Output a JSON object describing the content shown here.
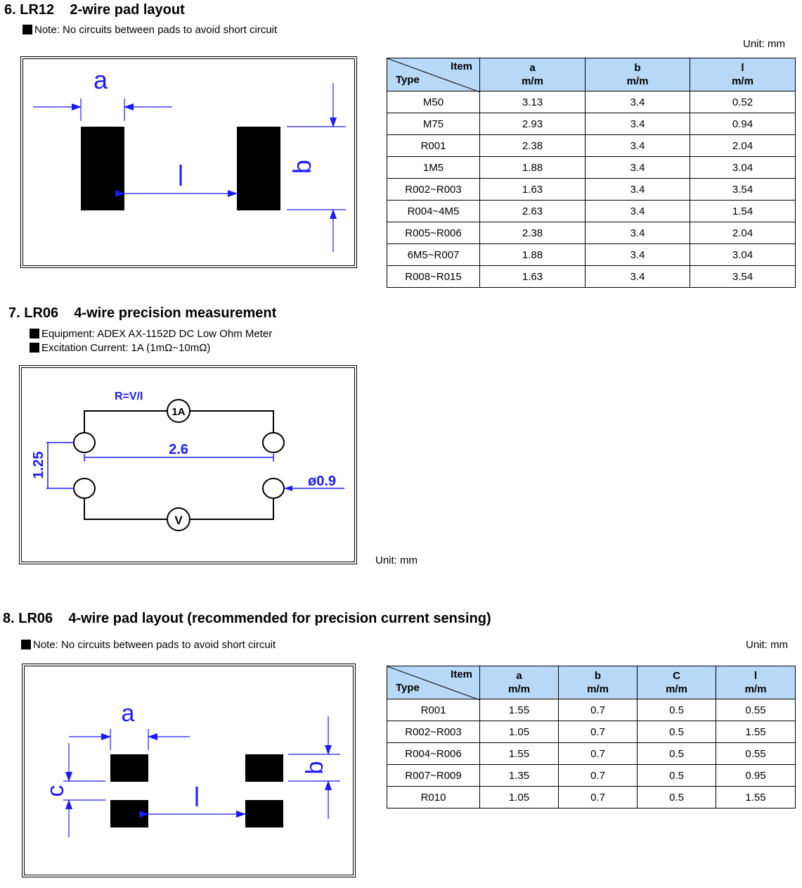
{
  "section6": {
    "title": "6. LR12    2-wire pad layout",
    "note": "Note: No circuits between pads to avoid short circuit",
    "unit": "Unit: mm",
    "diagram_labels": {
      "a": "a",
      "b": "b",
      "l": "l"
    },
    "table": {
      "header_item": "Item",
      "header_type": "Type",
      "columns": [
        {
          "name": "a",
          "unit": "m/m"
        },
        {
          "name": "b",
          "unit": "m/m"
        },
        {
          "name": "l",
          "unit": "m/m"
        }
      ],
      "rows": [
        [
          "M50",
          "3.13",
          "3.4",
          "0.52"
        ],
        [
          "M75",
          "2.93",
          "3.4",
          "0.94"
        ],
        [
          "R001",
          "2.38",
          "3.4",
          "2.04"
        ],
        [
          "1M5",
          "1.88",
          "3.4",
          "3.04"
        ],
        [
          "R002~R003",
          "1.63",
          "3.4",
          "3.54"
        ],
        [
          "R004~4M5",
          "2.63",
          "3.4",
          "1.54"
        ],
        [
          "R005~R006",
          "2.38",
          "3.4",
          "2.04"
        ],
        [
          "6M5~R007",
          "1.88",
          "3.4",
          "3.04"
        ],
        [
          "R008~R015",
          "1.63",
          "3.4",
          "3.54"
        ]
      ]
    }
  },
  "section7": {
    "title": "7. LR06    4-wire precision measurement",
    "equipment": "Equipment: ADEX AX-1152D DC Low Ohm Meter",
    "excitation": "Excitation Current: 1A (1mΩ~10mΩ)",
    "unit": "Unit: mm",
    "diagram_labels": {
      "formula": "R=V/I",
      "ammeter": "1A",
      "voltmeter": "V",
      "spacing": "2.6",
      "gap": "1.25",
      "diameter": "ø0.9"
    }
  },
  "section8": {
    "title": "8. LR06    4-wire pad layout (recommended for precision current sensing)",
    "note": "Note: No circuits between pads to avoid short circuit",
    "unit": "Unit: mm",
    "diagram_labels": {
      "a": "a",
      "b": "b",
      "c": "c",
      "l": "l"
    },
    "table": {
      "header_item": "Item",
      "header_type": "Type",
      "columns": [
        {
          "name": "a",
          "unit": "m/m"
        },
        {
          "name": "b",
          "unit": "m/m"
        },
        {
          "name": "C",
          "unit": "m/m"
        },
        {
          "name": "l",
          "unit": "m/m"
        }
      ],
      "rows": [
        [
          "R001",
          "1.55",
          "0.7",
          "0.5",
          "0.55"
        ],
        [
          "R002~R003",
          "1.05",
          "0.7",
          "0.5",
          "1.55"
        ],
        [
          "R004~R006",
          "1.55",
          "0.7",
          "0.5",
          "0.55"
        ],
        [
          "R007~R009",
          "1.35",
          "0.7",
          "0.5",
          "0.95"
        ],
        [
          "R010",
          "1.05",
          "0.7",
          "0.5",
          "1.55"
        ]
      ]
    }
  },
  "colors": {
    "dimension": "#1a1aff",
    "header_bg": "#b8d8f8",
    "pad": "#000000"
  }
}
